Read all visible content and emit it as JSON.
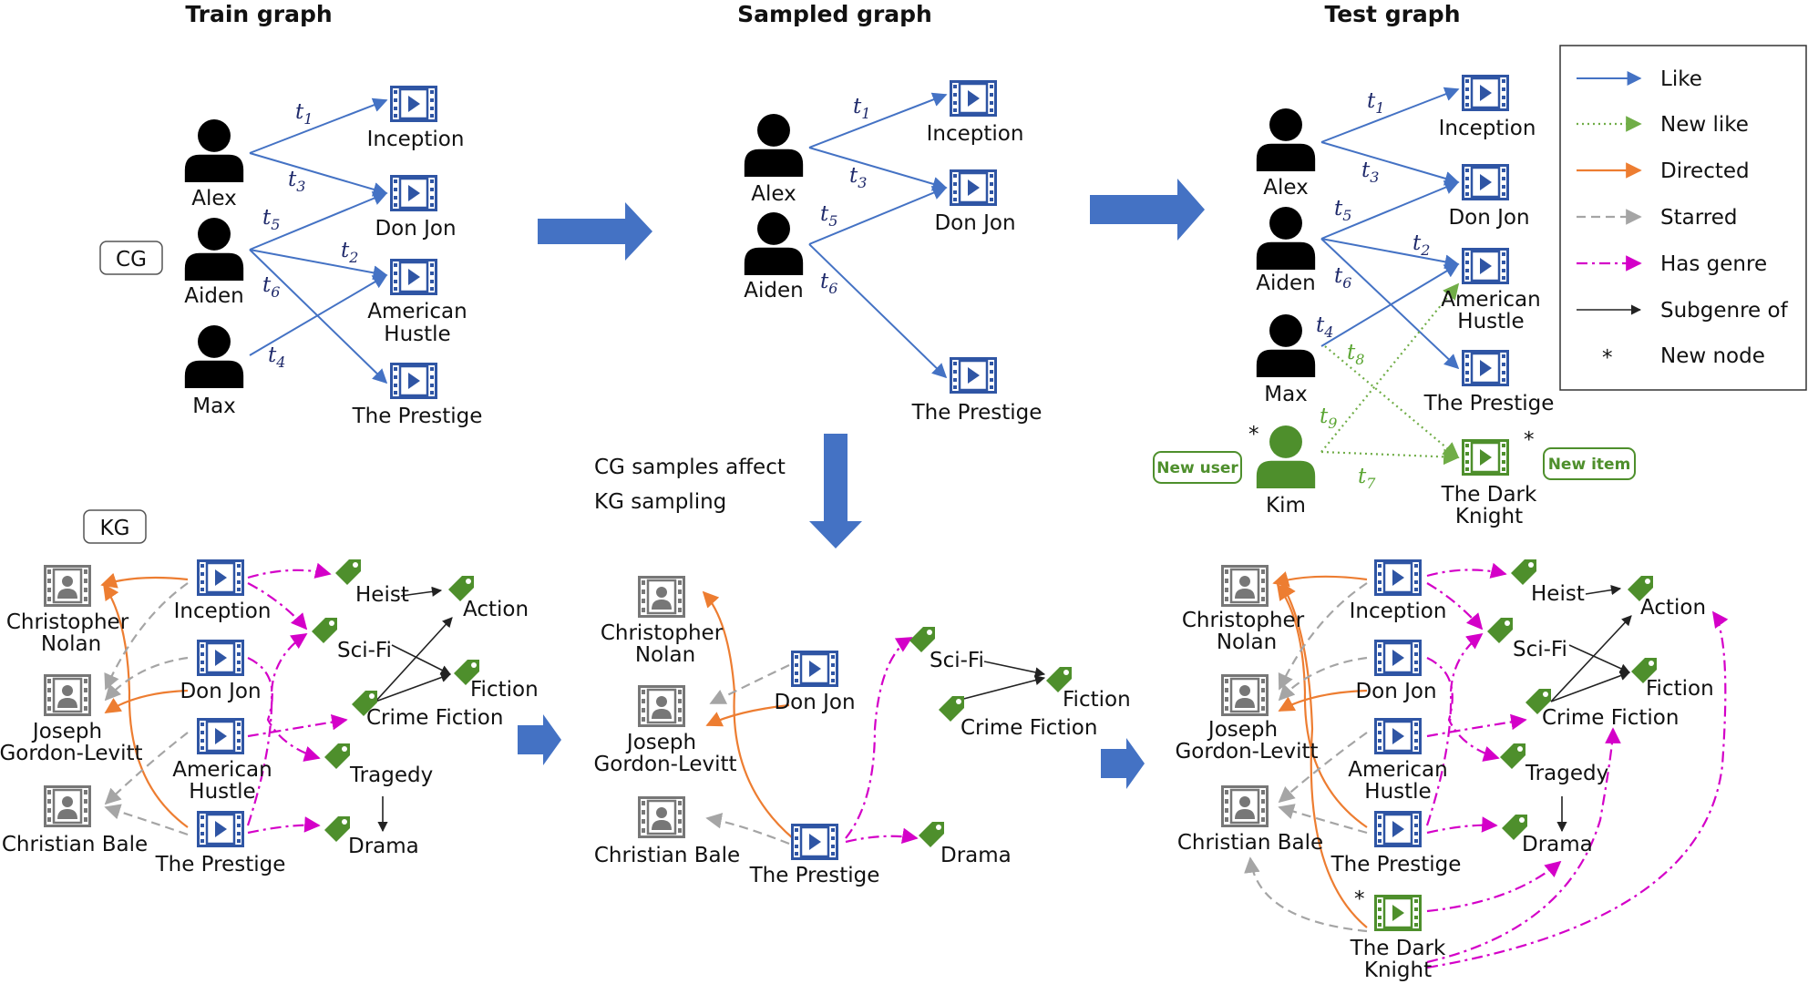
{
  "panels": {
    "train_title": "Train graph",
    "sampled_title": "Sampled graph",
    "test_title": "Test graph"
  },
  "tags": {
    "cg": "CG",
    "kg": "KG",
    "new_user": "New user",
    "new_item": "New item",
    "new_node_mark": "*"
  },
  "users": {
    "alex": "Alex",
    "aiden": "Aiden",
    "max": "Max",
    "kim": "Kim"
  },
  "movies": {
    "inception": "Inception",
    "don_jon": "Don Jon",
    "american_hustle_1": "American",
    "american_hustle_2": "Hustle",
    "the_prestige": "The Prestige",
    "dark_knight_1": "The Dark",
    "dark_knight_2": "Knight"
  },
  "people": {
    "nolan_1": "Christopher",
    "nolan_2": "Nolan",
    "jgl_1": "Joseph",
    "jgl_2": "Gordon-Levitt",
    "bale": "Christian Bale"
  },
  "genres": {
    "heist": "Heist",
    "action": "Action",
    "scifi": "Sci-Fi",
    "fiction": "Fiction",
    "crime_fiction": "Crime Fiction",
    "tragedy": "Tragedy",
    "drama": "Drama"
  },
  "time_labels": {
    "t": "t",
    "t1": "1",
    "t2": "2",
    "t3": "3",
    "t4": "4",
    "t5": "5",
    "t6": "6",
    "t7": "7",
    "t8": "8",
    "t9": "9"
  },
  "caption": {
    "line1": "CG samples affect",
    "line2": "KG sampling"
  },
  "legend": {
    "like": "Like",
    "new_like": "New like",
    "directed": "Directed",
    "starred": "Starred",
    "has_genre": "Has genre",
    "subgenre_of": "Subgenre of",
    "new_node_symbol": "*",
    "new_node": "New node"
  },
  "colors": {
    "like": "#4472c4",
    "new_like": "#70ad47",
    "directed": "#ed7d31",
    "starred": "#a5a5a5",
    "has_genre": "#d400c8",
    "subgenre_of": "#222222",
    "movie_icon": "#2f55a4",
    "new_movie_icon": "#4e8f2c",
    "person_icon": "#777777",
    "genre_tag": "#4e8f2c"
  }
}
